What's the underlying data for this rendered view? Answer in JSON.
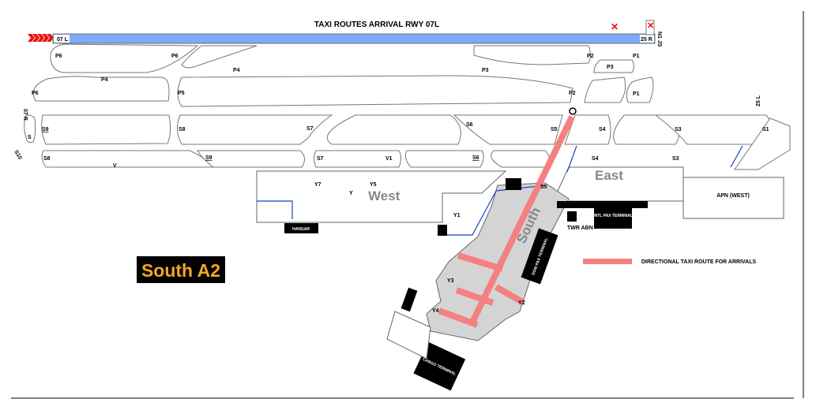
{
  "title": "TAXI ROUTES ARRIVAL RWY 07L",
  "badge": "South A2",
  "legend": "DIRECTIONAL TAXI ROUTE FOR ARRIVALS",
  "colors": {
    "runway": "#7faaf7",
    "route": "#f58080",
    "apron": "#d4d4d4",
    "badge_bg": "#000000",
    "badge_text": "#f5a623",
    "closed": "#ff0000"
  },
  "runways": {
    "rwy07l": "07 L",
    "rwy25r": "25 R",
    "rwy07r": "07 R",
    "rwy25l": "25 L",
    "closed_label": "N1 JS"
  },
  "zones": {
    "west": "West",
    "east": "East",
    "south": "South"
  },
  "taxiways": {
    "p6a": "P6",
    "p6b": "P6",
    "p6c": "P6",
    "p4a": "P4",
    "p4b": "P4",
    "p5": "P5",
    "p3a": "P3",
    "p3b": "P3",
    "p2a": "P2",
    "p2b": "P2",
    "p1a": "P1",
    "p1b": "P1",
    "s9": "S9",
    "s8": "S8",
    "s7": "S7",
    "s6": "S6",
    "s5": "S5",
    "s4": "S4",
    "s3": "S3",
    "s1": "S1",
    "s": "S",
    "s10": "S10",
    "v": "V",
    "v1": "V1",
    "s6b": "S6",
    "s7b": "S7",
    "s8b": "S8",
    "s9b": "S9",
    "s4b": "S4",
    "s3b": "S3",
    "s5b": "S5",
    "y1": "Y1",
    "y2": "Y2",
    "y3": "Y3",
    "y4": "Y4",
    "y5": "Y5",
    "y7": "Y7",
    "y": "Y"
  },
  "buildings": {
    "intl": "INTL PAX TERMINAL",
    "dom": "DOM PAX TERMINAL",
    "cargo": "CARGO TERMINAL",
    "hangar": "HANGAR",
    "twr": "TWR ABN",
    "apron_west": "APN (WEST)"
  }
}
